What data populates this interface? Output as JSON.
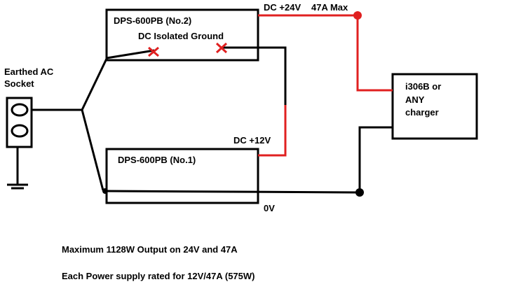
{
  "labels": {
    "psu2_title": "DPS-600PB (No.2)",
    "psu2_subtitle": "DC Isolated Ground",
    "psu1_title": "DPS-600PB (No.1)",
    "dc24": "DC +24V",
    "max_current": "47A Max",
    "dc12": "DC +12V",
    "zero_v": "0V",
    "socket_line1": "Earthed AC",
    "socket_line2": "Socket",
    "charger_line1": "i306B or",
    "charger_line2": "ANY",
    "charger_line3": "charger",
    "note1": "Maximum 1128W Output on 24V and 47A",
    "note2": "Each Power supply rated for 12V/47A (575W)"
  },
  "colors": {
    "wire": "#000000",
    "positive": "#e02020",
    "cross": "#e02020"
  }
}
